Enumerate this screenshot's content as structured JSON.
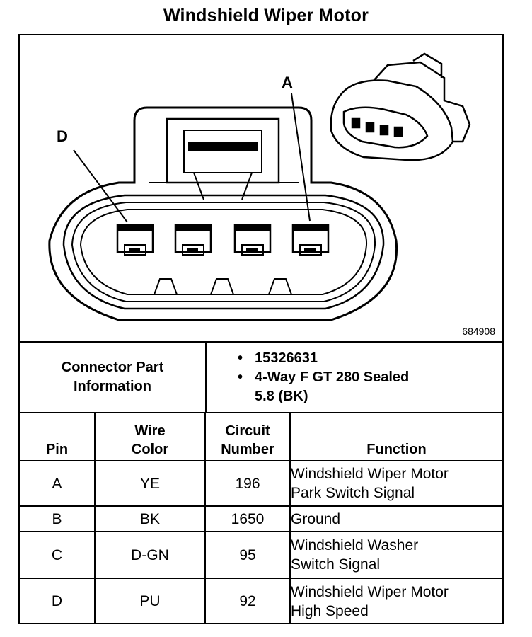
{
  "title": "Windshield Wiper Motor",
  "figure": {
    "id_label": "684908",
    "callout_left": "D",
    "callout_right": "A"
  },
  "connector": {
    "label_line1": "Connector Part",
    "label_line2": "Information",
    "part_number": "15326631",
    "desc_line1": "4-Way F GT 280 Sealed",
    "desc_line2": "5.8 (BK)"
  },
  "table": {
    "headers": {
      "pin": "Pin",
      "wire_color_1": "Wire",
      "wire_color_2": "Color",
      "circuit_1": "Circuit",
      "circuit_2": "Number",
      "function": "Function"
    },
    "rows": [
      {
        "pin": "A",
        "color": "YE",
        "circuit": "196",
        "func1": "Windshield Wiper Motor",
        "func2": "Park Switch Signal"
      },
      {
        "pin": "B",
        "color": "BK",
        "circuit": "1650",
        "func1": "Ground",
        "func2": ""
      },
      {
        "pin": "C",
        "color": "D-GN",
        "circuit": "95",
        "func1": "Windshield Washer",
        "func2": "Switch Signal"
      },
      {
        "pin": "D",
        "color": "PU",
        "circuit": "92",
        "func1": "Windshield Wiper Motor",
        "func2": "High Speed"
      }
    ]
  }
}
